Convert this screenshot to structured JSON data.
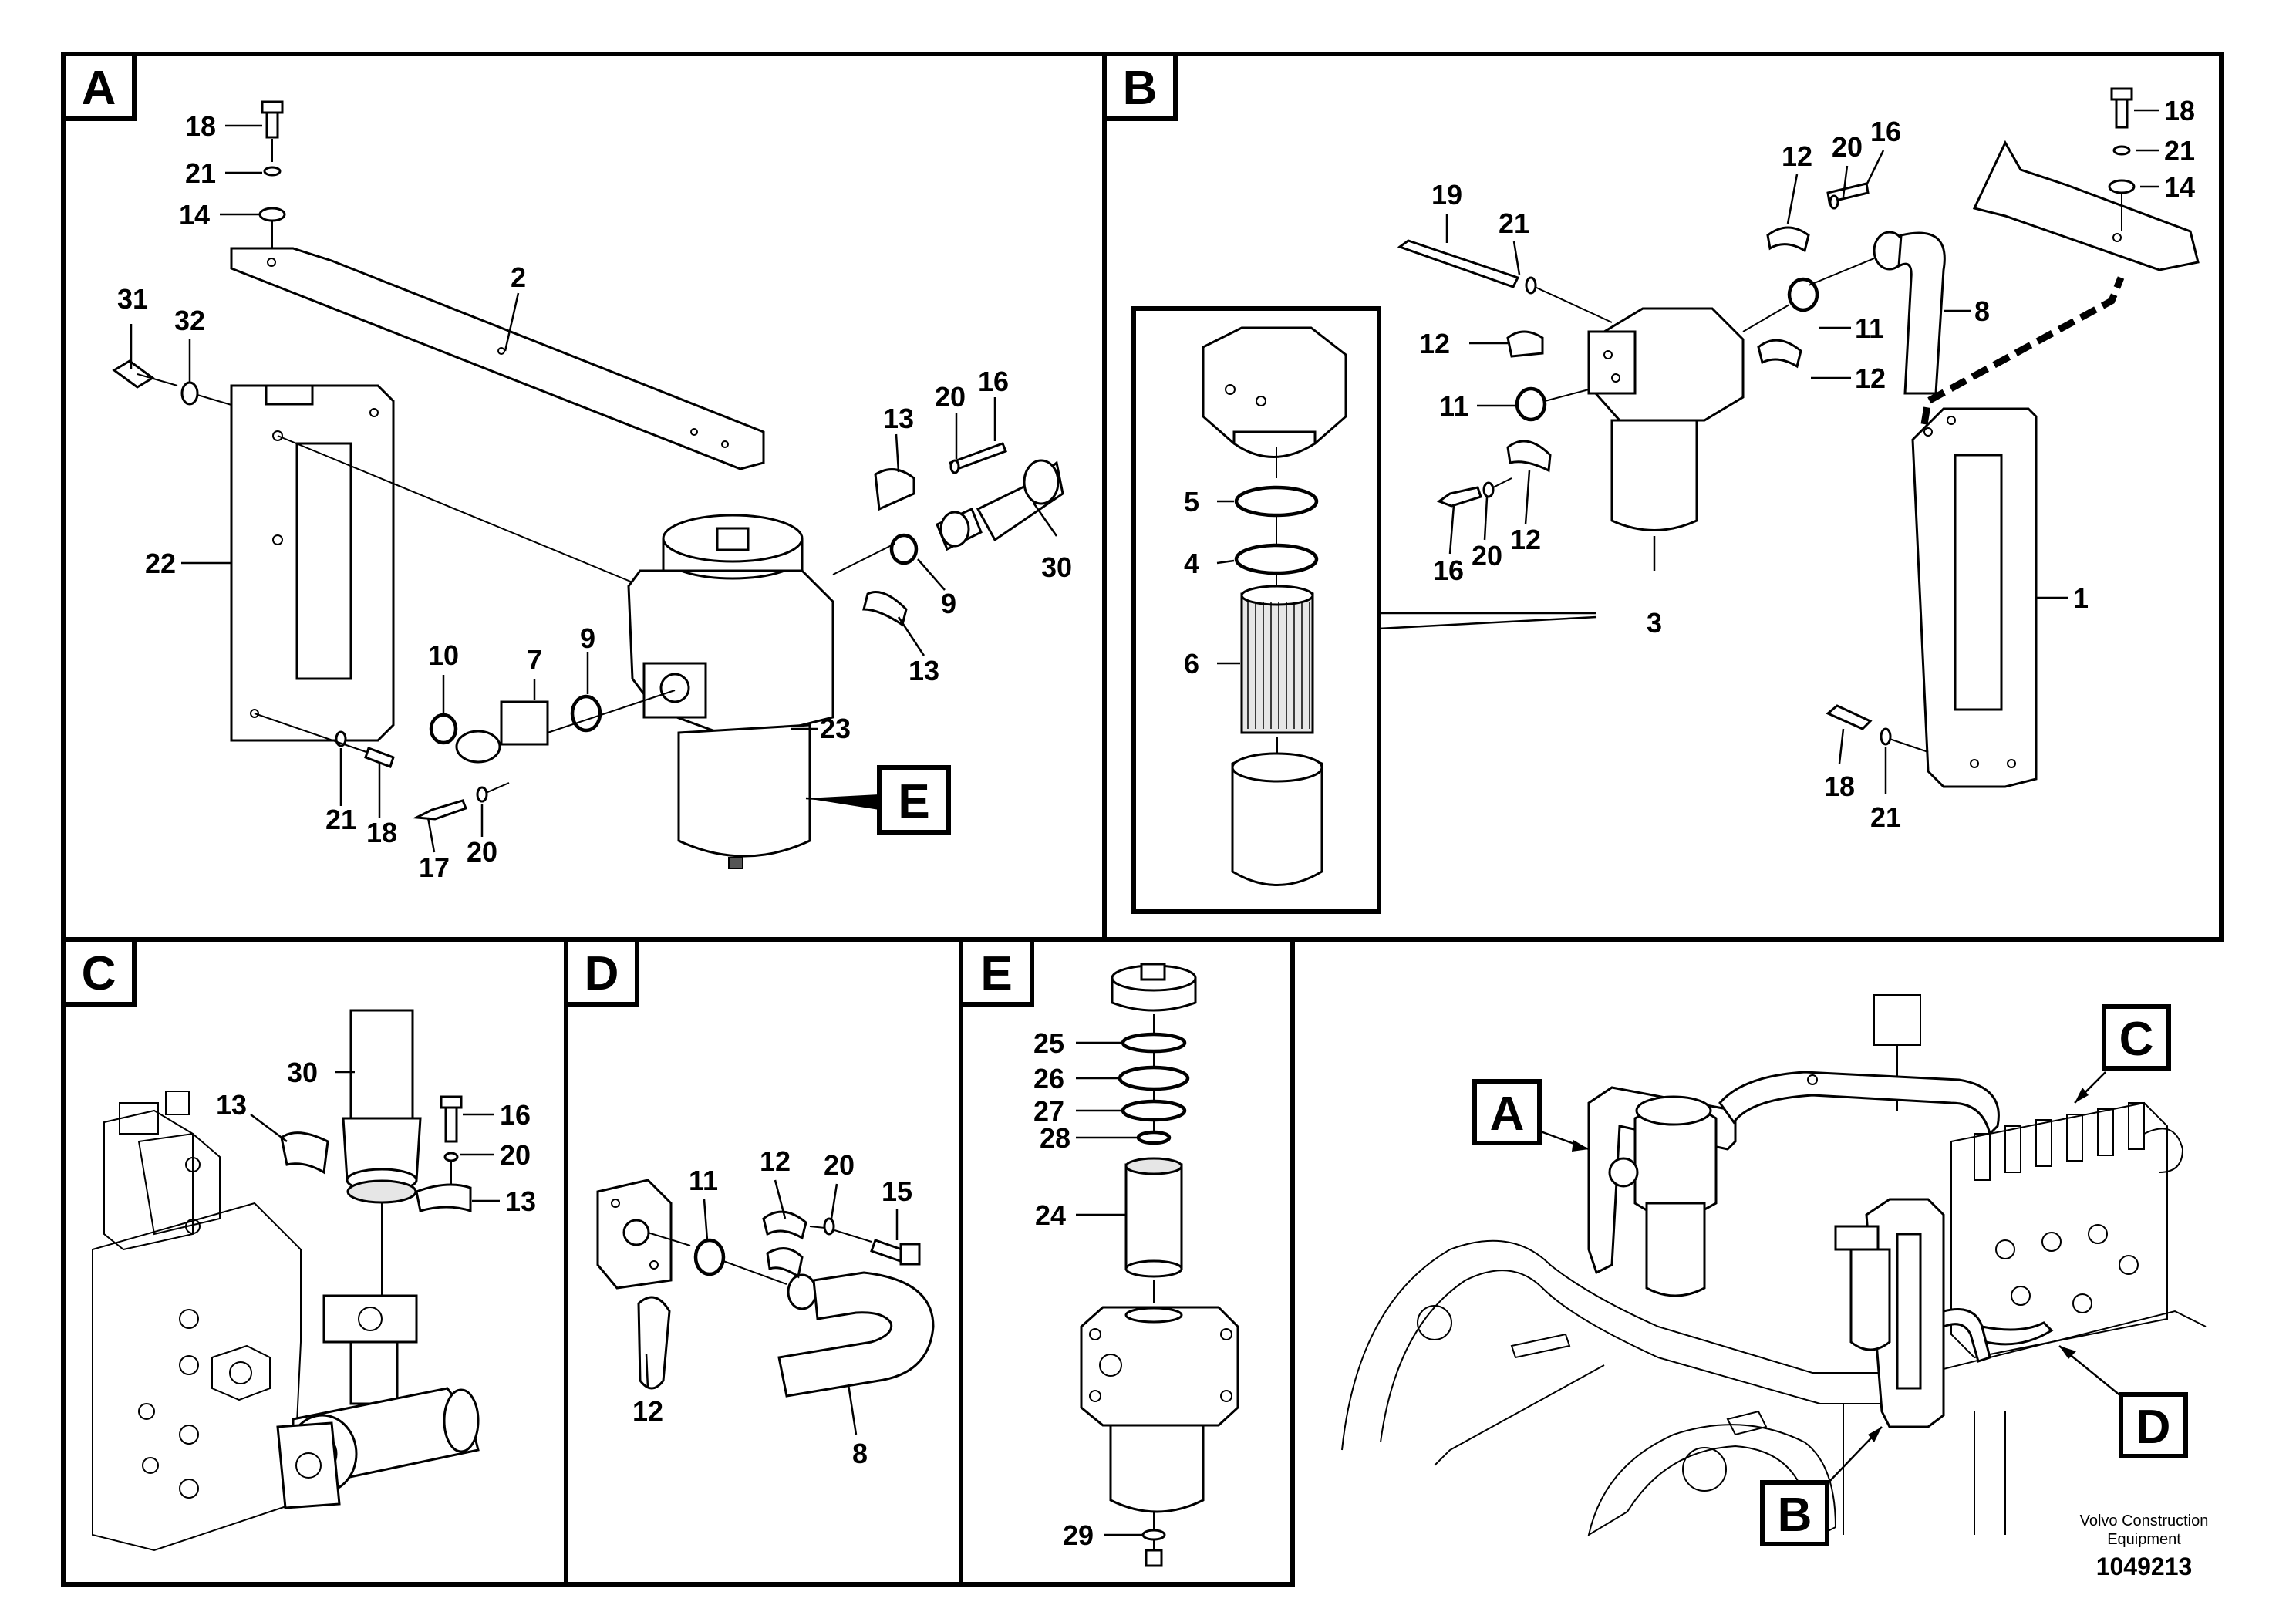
{
  "panels": {
    "A": "A",
    "B": "B",
    "C": "C",
    "D": "D",
    "E": "E"
  },
  "panel_a": {
    "labels": {
      "p18": "18",
      "p21": "21",
      "p14": "14",
      "p2": "2",
      "p31": "31",
      "p32": "32",
      "p22": "22",
      "p13": "13",
      "p20": "20",
      "p16": "16",
      "p30": "30",
      "p9": "9",
      "p13b": "13",
      "p10": "10",
      "p7": "7",
      "p9b": "9",
      "p23": "23",
      "p21b": "21",
      "p18b": "18",
      "p17": "17",
      "p20b": "20"
    },
    "ref_box": "E"
  },
  "panel_b": {
    "labels": {
      "p19": "19",
      "p21": "21",
      "p12": "12",
      "p20": "20",
      "p16": "16",
      "p18": "18",
      "p21b": "21",
      "p14": "14",
      "p8": "8",
      "p11": "11",
      "p12b": "12",
      "p12c": "12",
      "p11b": "11",
      "p12d": "12",
      "p16b": "16",
      "p20b": "20",
      "p3": "3",
      "p1": "1",
      "p5": "5",
      "p4": "4",
      "p6": "6",
      "p18b": "18",
      "p21c": "21"
    }
  },
  "panel_c": {
    "labels": {
      "p30": "30",
      "p13": "13",
      "p16": "16",
      "p20": "20",
      "p13b": "13"
    }
  },
  "panel_d": {
    "labels": {
      "p12": "12",
      "p11": "11",
      "p20": "20",
      "p15": "15",
      "p12b": "12",
      "p8": "8"
    }
  },
  "panel_e": {
    "labels": {
      "p25": "25",
      "p26": "26",
      "p27": "27",
      "p28": "28",
      "p24": "24",
      "p29": "29"
    }
  },
  "overview": {
    "callouts": {
      "A": "A",
      "B": "B",
      "C": "C",
      "D": "D"
    }
  },
  "footer": {
    "brand_line1": "Volvo Construction",
    "brand_line2": "Equipment",
    "code": "1049213"
  }
}
